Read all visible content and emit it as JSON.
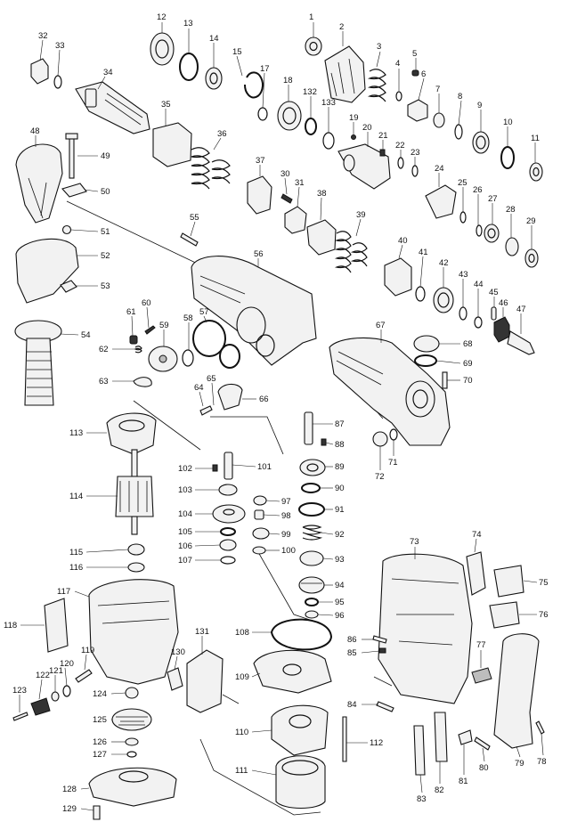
{
  "labels": {
    "p1": "1",
    "p2": "2",
    "p3": "3",
    "p4": "4",
    "p5": "5",
    "p6": "6",
    "p7": "7",
    "p8": "8",
    "p9": "9",
    "p10": "10",
    "p11": "11",
    "p12": "12",
    "p13": "13",
    "p14": "14",
    "p15": "15",
    "p17": "17",
    "p18": "18",
    "p19": "19",
    "p20": "20",
    "p21": "21",
    "p22": "22",
    "p23": "23",
    "p24": "24",
    "p25": "25",
    "p26": "26",
    "p27": "27",
    "p28": "28",
    "p29": "29",
    "p30": "30",
    "p31": "31",
    "p32": "32",
    "p33": "33",
    "p34": "34",
    "p35": "35",
    "p36": "36",
    "p37": "37",
    "p38": "38",
    "p39": "39",
    "p40": "40",
    "p41": "41",
    "p42": "42",
    "p43": "43",
    "p44": "44",
    "p45": "45",
    "p46": "46",
    "p47": "47",
    "p48": "48",
    "p49": "49",
    "p50": "50",
    "p51": "51",
    "p52": "52",
    "p53": "53",
    "p54": "54",
    "p55": "55",
    "p56": "56",
    "p57": "57",
    "p58": "58",
    "p59": "59",
    "p60": "60",
    "p61": "61",
    "p62": "62",
    "p63": "63",
    "p64": "64",
    "p65": "65",
    "p66": "66",
    "p67": "67",
    "p68": "68",
    "p69": "69",
    "p70": "70",
    "p71": "71",
    "p72": "72",
    "p73": "73",
    "p74": "74",
    "p75": "75",
    "p76": "76",
    "p77": "77",
    "p78": "78",
    "p79": "79",
    "p80": "80",
    "p81": "81",
    "p82": "82",
    "p83": "83",
    "p84": "84",
    "p85": "85",
    "p86": "86",
    "p87": "87",
    "p88": "88",
    "p89": "89",
    "p90": "90",
    "p91": "91",
    "p92": "92",
    "p93": "93",
    "p94": "94",
    "p95": "95",
    "p96": "96",
    "p97": "97",
    "p98": "98",
    "p99": "99",
    "p100": "100",
    "p101": "101",
    "p102": "102",
    "p103": "103",
    "p104": "104",
    "p105": "105",
    "p106": "106",
    "p107": "107",
    "p108": "108",
    "p109": "109",
    "p110": "110",
    "p111": "111",
    "p112": "112",
    "p113": "113",
    "p114": "114",
    "p115": "115",
    "p116": "116",
    "p117": "117",
    "p118": "118",
    "p119": "119",
    "p120": "120",
    "p121": "121",
    "p122": "122",
    "p123": "123",
    "p124": "124",
    "p125": "125",
    "p126": "126",
    "p127": "127",
    "p128": "128",
    "p129": "129",
    "p130": "130",
    "p131": "131",
    "p132": "132",
    "p133": "133"
  }
}
